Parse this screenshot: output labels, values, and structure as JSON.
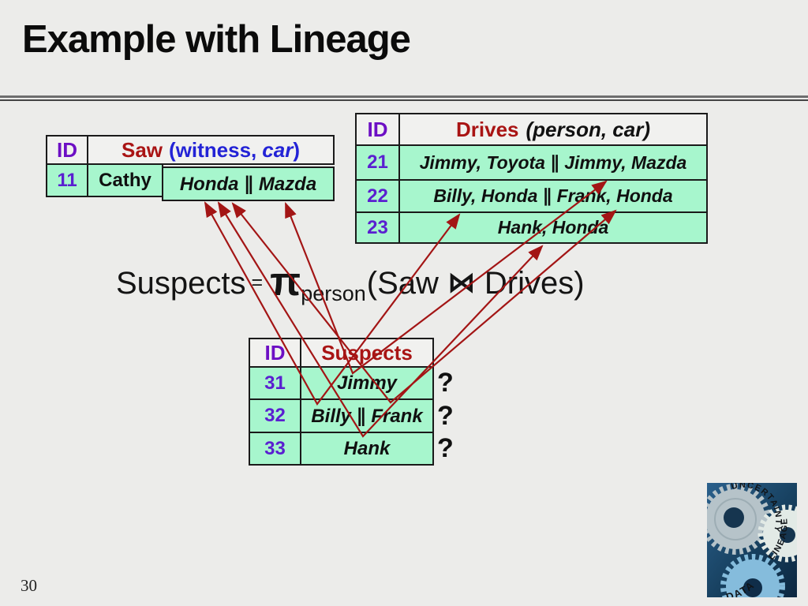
{
  "slide": {
    "title": "Example with Lineage",
    "page_number": "30"
  },
  "colors": {
    "background": "#ececea",
    "table_green": "#a7f6cd",
    "table_title_red": "#a91414",
    "id_purple": "#6d0fc4",
    "number_purple": "#5a1fd0",
    "saw_attr_blue": "#2323d6",
    "arrow_dark_red": "#a31515",
    "logo_blue_bg": "#17405f"
  },
  "tables": {
    "saw": {
      "id_header": "ID",
      "title": "Saw",
      "attr_open": "(witness,",
      "attr_car": "car",
      "attr_close": ")",
      "rows": [
        {
          "id": "11",
          "witness": "Cathy",
          "car": "Honda ∥ Mazda"
        }
      ]
    },
    "drives": {
      "id_header": "ID",
      "title": "Drives",
      "attrs": "(person, car)",
      "rows": [
        {
          "id": "21",
          "value": "Jimmy, Toyota ∥ Jimmy, Mazda"
        },
        {
          "id": "22",
          "value": "Billy, Honda ∥ Frank, Honda"
        },
        {
          "id": "23",
          "value": "Hank, Honda"
        }
      ]
    },
    "suspects": {
      "id_header": "ID",
      "title": "Suspects",
      "rows": [
        {
          "id": "31",
          "value": "Jimmy",
          "mark": "?"
        },
        {
          "id": "32",
          "value": "Billy ∥ Frank",
          "mark": "?"
        },
        {
          "id": "33",
          "value": "Hank",
          "mark": "?"
        }
      ]
    }
  },
  "formula": {
    "lhs": "Suspects",
    "equals": "=",
    "pi": "π",
    "subscript": "person",
    "open": "(Saw",
    "join": "⋈",
    "close": "Drives)"
  },
  "lineage_arrows": [
    {
      "name": "jimmy",
      "saw": [
        362,
        258
      ],
      "vertex": [
        447,
        473
      ],
      "drives": [
        768,
        230
      ]
    },
    {
      "name": "billy",
      "saw": [
        260,
        257
      ],
      "vertex": [
        402,
        512
      ],
      "drives": [
        582,
        272
      ]
    },
    {
      "name": "frank",
      "saw": [
        295,
        258
      ],
      "vertex": [
        495,
        510
      ],
      "drives": [
        780,
        267
      ]
    },
    {
      "name": "hank",
      "saw": [
        277,
        257
      ],
      "vertex": [
        460,
        553
      ],
      "drives": [
        687,
        312
      ]
    }
  ],
  "logo": {
    "labels": [
      "UNCERTAINTY",
      "LINEAGE",
      "DATA"
    ]
  }
}
